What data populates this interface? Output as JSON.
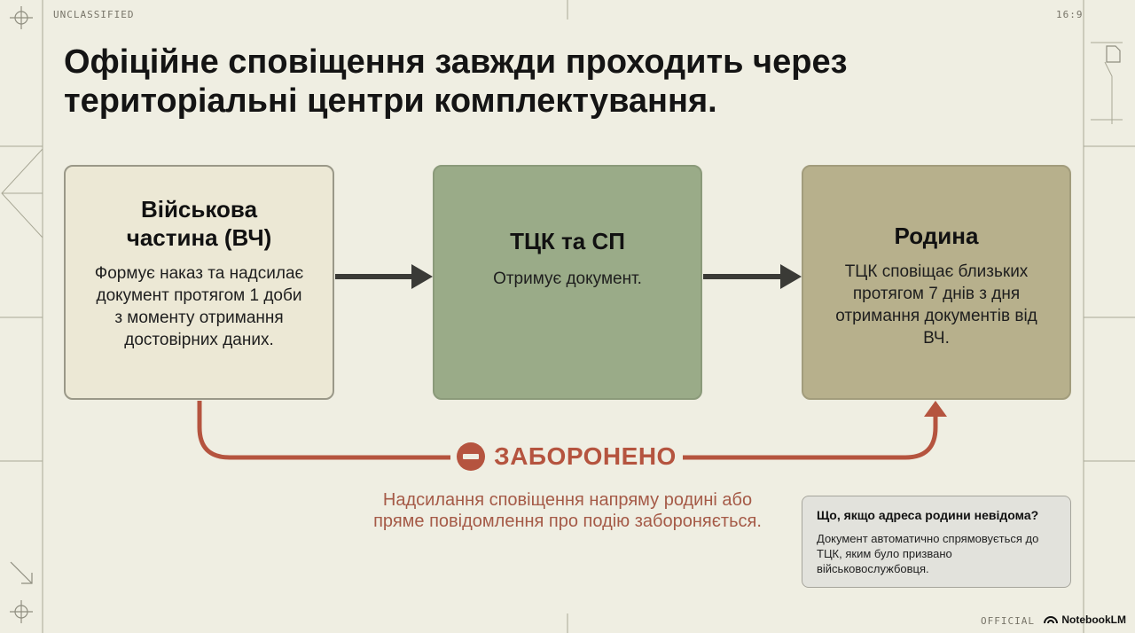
{
  "header": {
    "classification_label": "UNCLASSIFIED",
    "aspect_label": "16:9",
    "footer_label": "OFFICIAL",
    "brand_label": "NotebookLM"
  },
  "slide": {
    "title": "Офіційне сповіщення завжди проходить через територіальні центри комплектування."
  },
  "flow": {
    "nodes": [
      {
        "title": "Військова частина (ВЧ)",
        "text": "Формує наказ та надсилає документ протягом 1 доби з моменту отримання достовірних даних."
      },
      {
        "title": "ТЦК та СП",
        "text": "Отримує документ."
      },
      {
        "title": "Родина",
        "text": "ТЦК сповіщає близьких протягом 7 днів з дня отримання документів від ВЧ."
      }
    ],
    "forbidden": {
      "label": "ЗАБОРОНЕНО",
      "text": "Надсилання сповіщення напряму родині або пряме повідомлення про подію забороняється."
    }
  },
  "note": {
    "question": "Що, якщо адреса родини невідома?",
    "answer": "Документ автоматично спрямовується до ТЦК, яким було призвано військовослужбовця."
  },
  "colors": {
    "background": "#efeee2",
    "box_military": "#ece8d5",
    "box_tck": "#9aab88",
    "box_family": "#b7b08c",
    "forbidden": "#b5543f",
    "arrow": "#3a3a36"
  }
}
